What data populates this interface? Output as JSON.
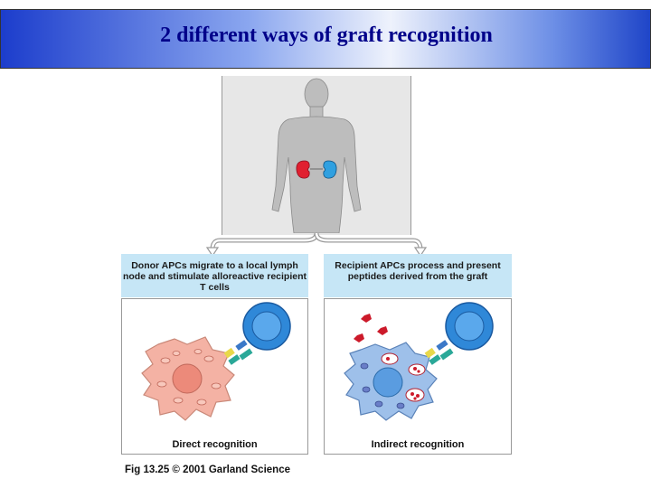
{
  "header": {
    "title": "2 different ways of graft recognition"
  },
  "panels": {
    "left": {
      "heading": "Donor APCs migrate to a local lymph node and stimulate alloreactive recipient T cells",
      "caption": "Direct recognition"
    },
    "right": {
      "heading": "Recipient APCs process and present peptides derived from the graft",
      "caption": "Indirect recognition"
    }
  },
  "figure_ref": "Fig 13.25 © 2001 Garland Science",
  "colors": {
    "title_text": "#00008a",
    "banner_bg": "#c6e6f6",
    "donor_apc": "#f4b2a4",
    "recipient_apc": "#9ec0ea",
    "t_cell": "#2f88d8",
    "donor_kidney": "#e02030",
    "recipient_kidney": "#30a0e0"
  }
}
